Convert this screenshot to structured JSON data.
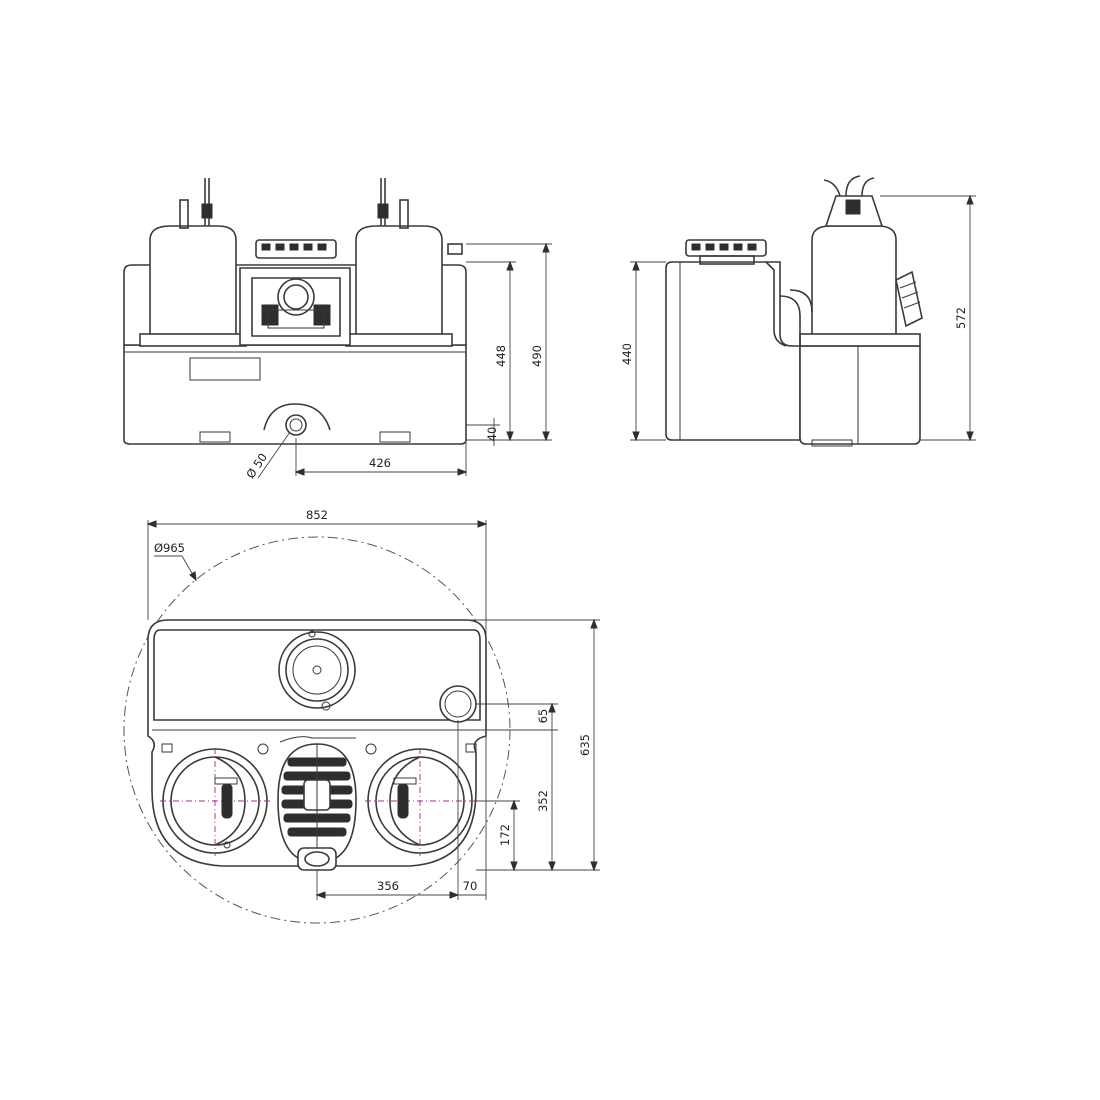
{
  "dimensions": {
    "front_height_overall": "490",
    "front_height_tank": "448",
    "front_inlet_height": "40",
    "front_inlet_diameter": "Ø 50",
    "front_inlet_offset": "426",
    "side_height_tank": "440",
    "side_height_overall": "572",
    "plan_width": "852",
    "plan_clearance_diameter": "Ø965",
    "plan_depth": "635",
    "plan_vent_offset": "65",
    "plan_outlet_height": "352",
    "plan_pump_axis": "172",
    "plan_outlet_spacing": "356",
    "plan_edge_offset": "70"
  },
  "colors": {
    "line": "#3a3a3a",
    "centerline": "#b0238c"
  }
}
